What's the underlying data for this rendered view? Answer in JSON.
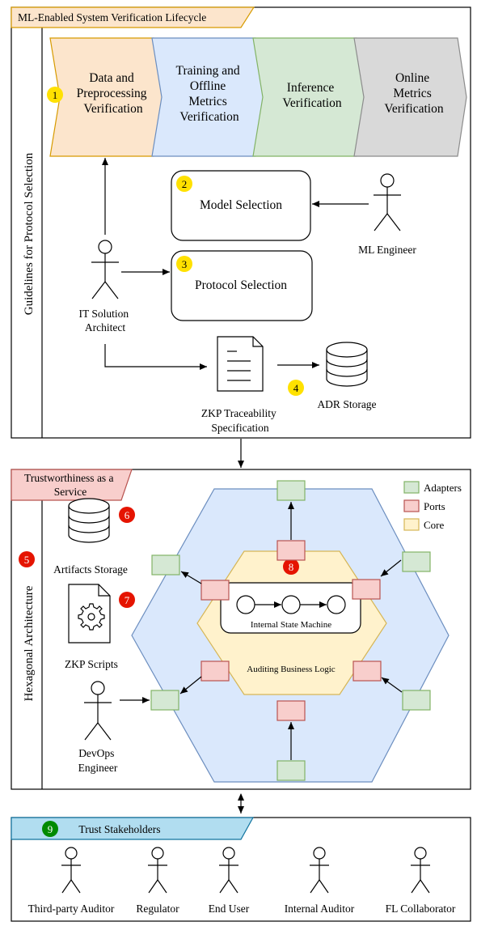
{
  "lifecycle": {
    "title": "ML-Enabled System Verification Lifecycle",
    "side_label": "Guidelines for Protocol Selection",
    "stages": [
      {
        "number": "1",
        "lines": [
          "Data and",
          "Preprocessing",
          "Verification"
        ],
        "fill": "#fce5cc",
        "stroke": "#d79b00"
      },
      {
        "lines": [
          "Training and",
          "Offline",
          "Metrics",
          "Verification"
        ],
        "fill": "#dae8fc",
        "stroke": "#6c8ebf"
      },
      {
        "lines": [
          "Inference",
          "Verification"
        ],
        "fill": "#d5e8d4",
        "stroke": "#82b366"
      },
      {
        "lines": [
          "Online",
          "Metrics",
          "Verification"
        ],
        "fill": "#d9d9d9",
        "stroke": "#8c8c8c"
      }
    ],
    "model_selection": {
      "number": "2",
      "label": "Model Selection"
    },
    "protocol_selection": {
      "number": "3",
      "label": "Protocol Selection"
    },
    "ml_engineer": "ML Engineer",
    "architect": [
      "IT Solution",
      "Architect"
    ],
    "zkp_spec": [
      "ZKP Traceability",
      "Specification"
    ],
    "adr_storage": {
      "number": "4",
      "label": "ADR Storage"
    }
  },
  "service": {
    "title": [
      "Trustworthiness as a",
      "Service"
    ],
    "side_label": "Hexagonal Architecture",
    "side_number": "5",
    "artifacts_storage": {
      "number": "6",
      "label": "Artifacts Storage"
    },
    "zkp_scripts": {
      "number": "7",
      "label": "ZKP Scripts"
    },
    "devops": [
      "DevOps",
      "Engineer"
    ],
    "core_number": "8",
    "state_machine": "Internal State Machine",
    "business_logic": "Auditing Business Logic",
    "legend": [
      {
        "label": "Adapters",
        "fill": "#d5e8d4",
        "stroke": "#82b366"
      },
      {
        "label": "Ports",
        "fill": "#f8cecc",
        "stroke": "#b85450"
      },
      {
        "label": "Core",
        "fill": "#fff2cc",
        "stroke": "#d6b656"
      }
    ]
  },
  "stakeholders": {
    "number": "9",
    "title": "Trust Stakeholders",
    "people": [
      "Third-party Auditor",
      "Regulator",
      "End User",
      "Internal Auditor",
      "FL Collaborator"
    ]
  },
  "colors": {
    "badge_yellow": "#ffe100",
    "badge_red": "#e51400",
    "badge_green": "#008a00",
    "outer_hex": "#dae8fc",
    "outer_hex_stroke": "#6c8ebf",
    "core_hex": "#fff2cc",
    "core_hex_stroke": "#d6b656",
    "title_orange": "#fce5cc",
    "title_red": "#f8cecc",
    "title_teal": "#b1ddf0"
  }
}
